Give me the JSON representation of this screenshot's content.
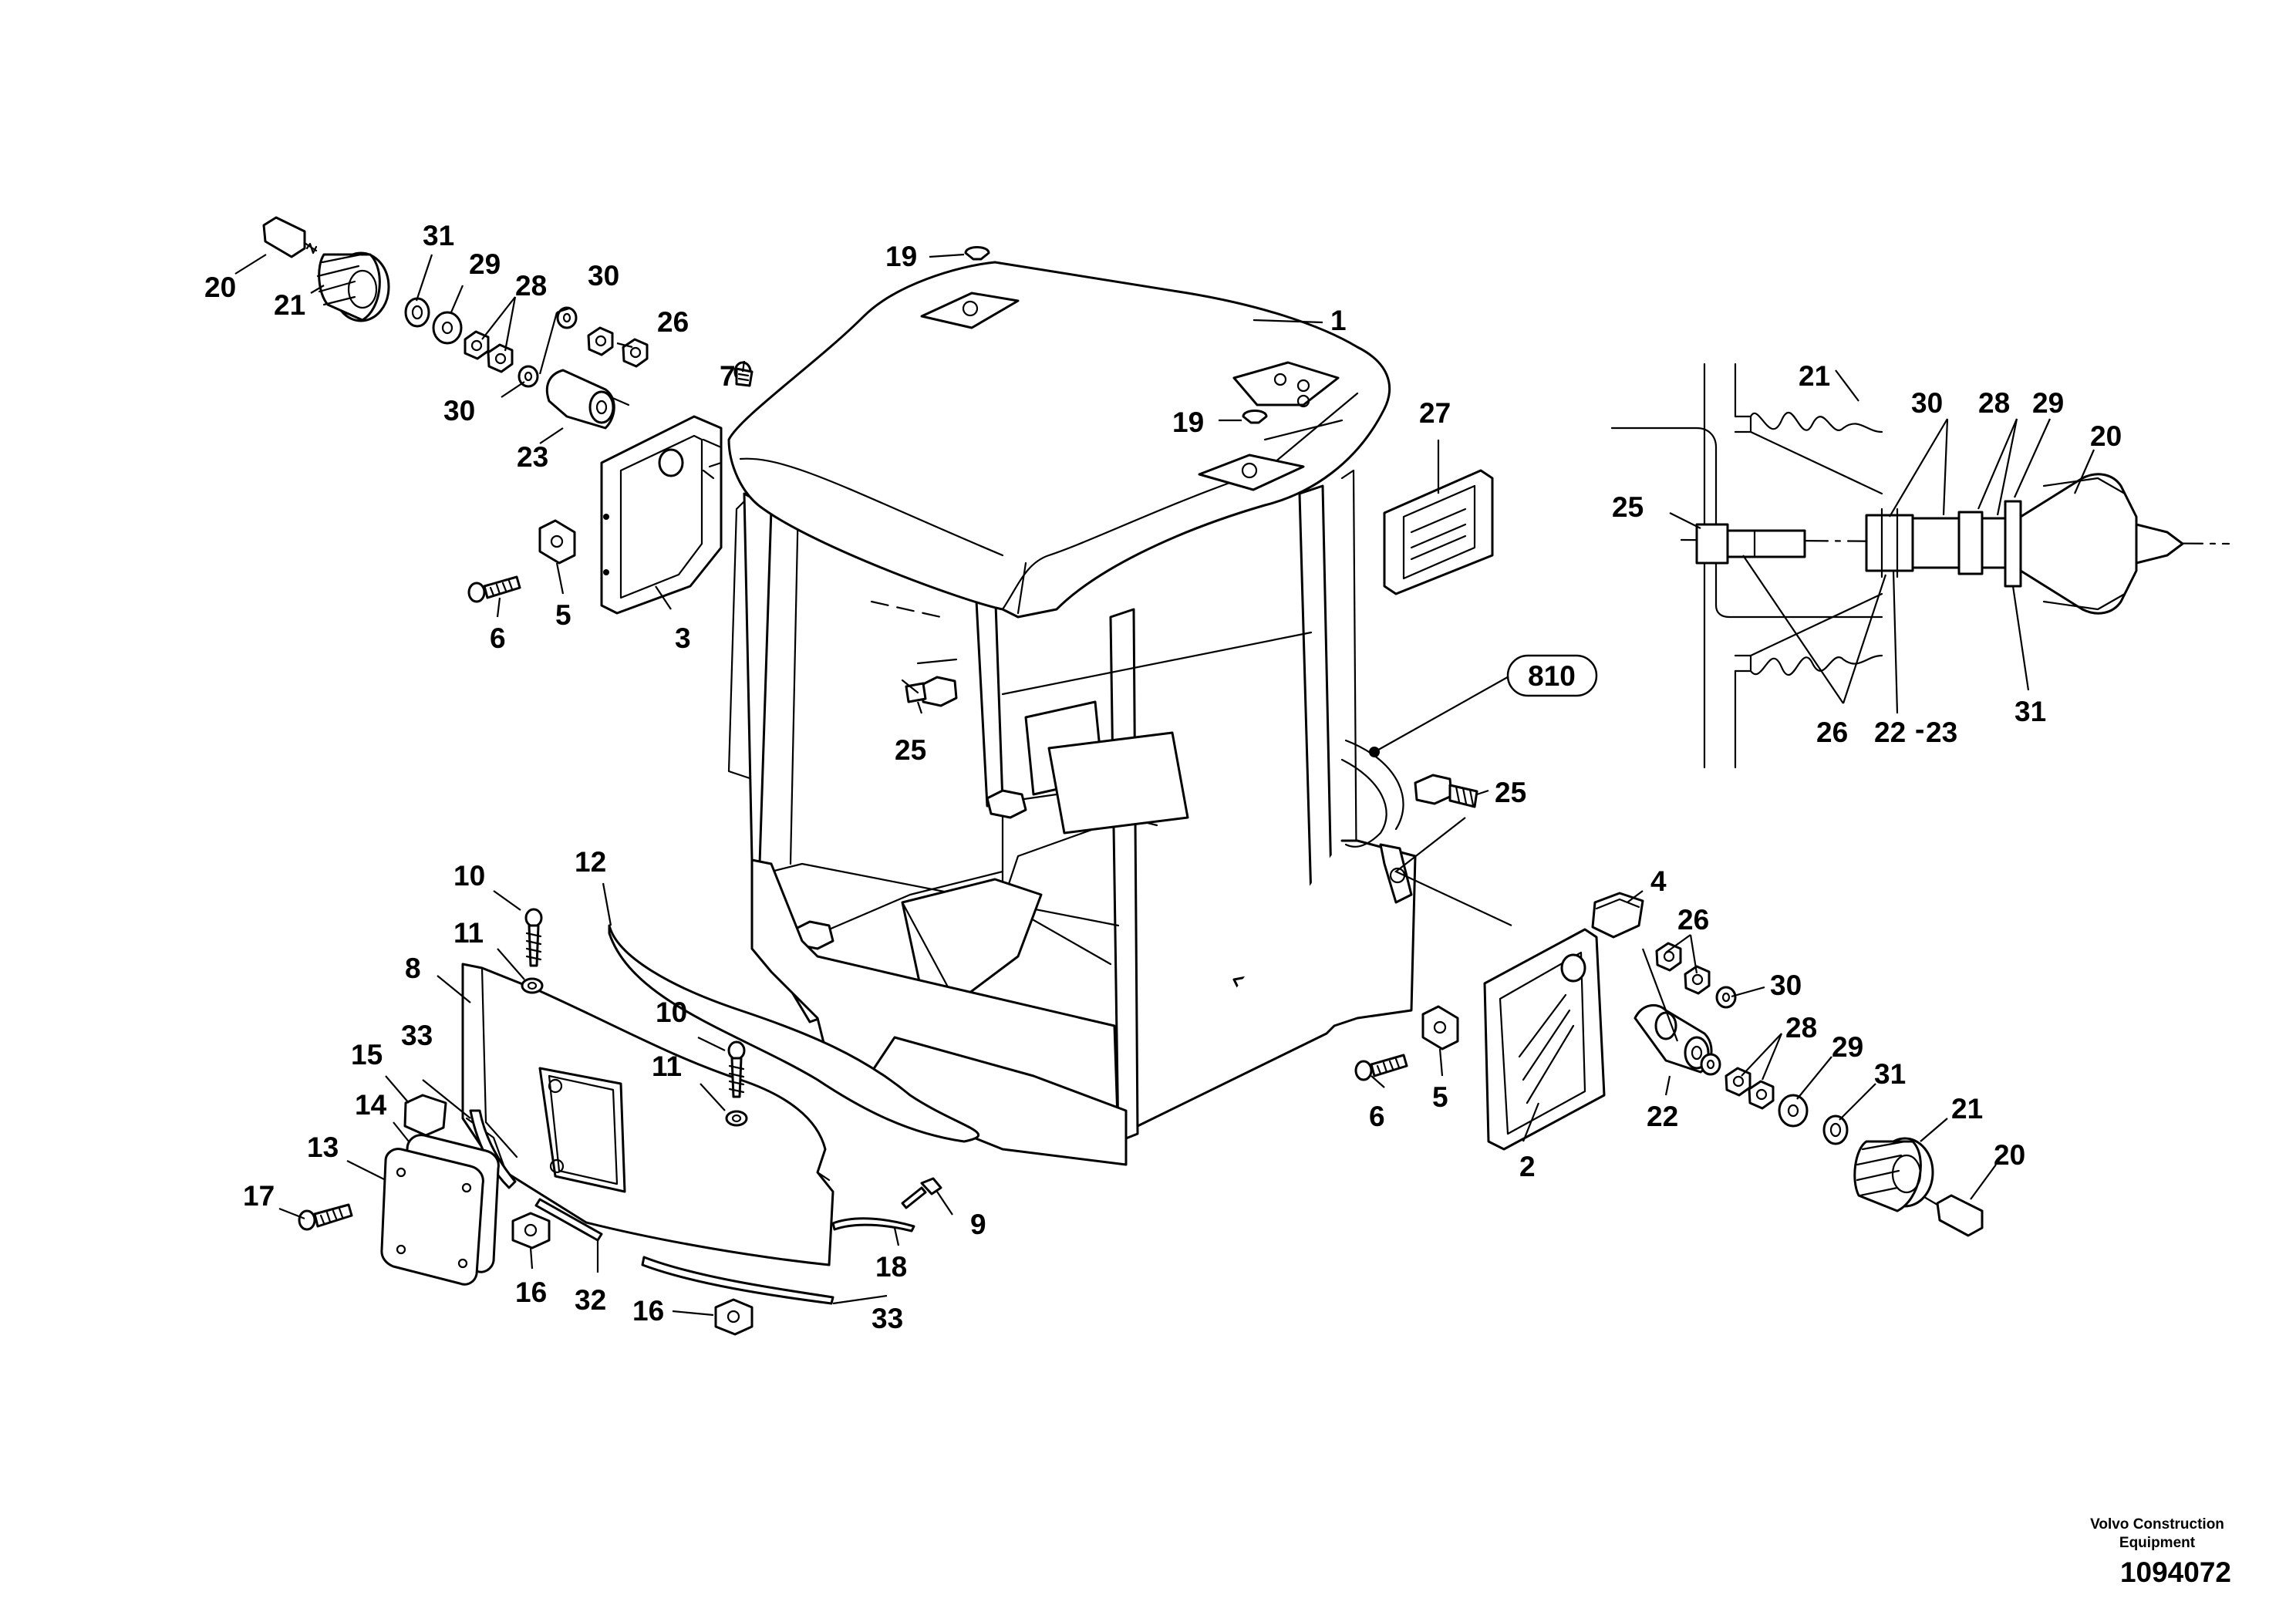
{
  "drawing": {
    "company": "Volvo Construction Equipment",
    "number": "1094072",
    "reference_label": "810"
  },
  "callouts": [
    "1",
    "2",
    "3",
    "4",
    "5",
    "6",
    "7",
    "8",
    "9",
    "10",
    "11",
    "12",
    "13",
    "14",
    "15",
    "16",
    "17",
    "18",
    "19",
    "20",
    "21",
    "22",
    "23",
    "25",
    "26",
    "27",
    "28",
    "29",
    "30",
    "31",
    "32",
    "33"
  ],
  "detail_callouts": [
    "21",
    "30",
    "28",
    "29",
    "20",
    "25",
    "26",
    "22",
    "23",
    "31"
  ]
}
